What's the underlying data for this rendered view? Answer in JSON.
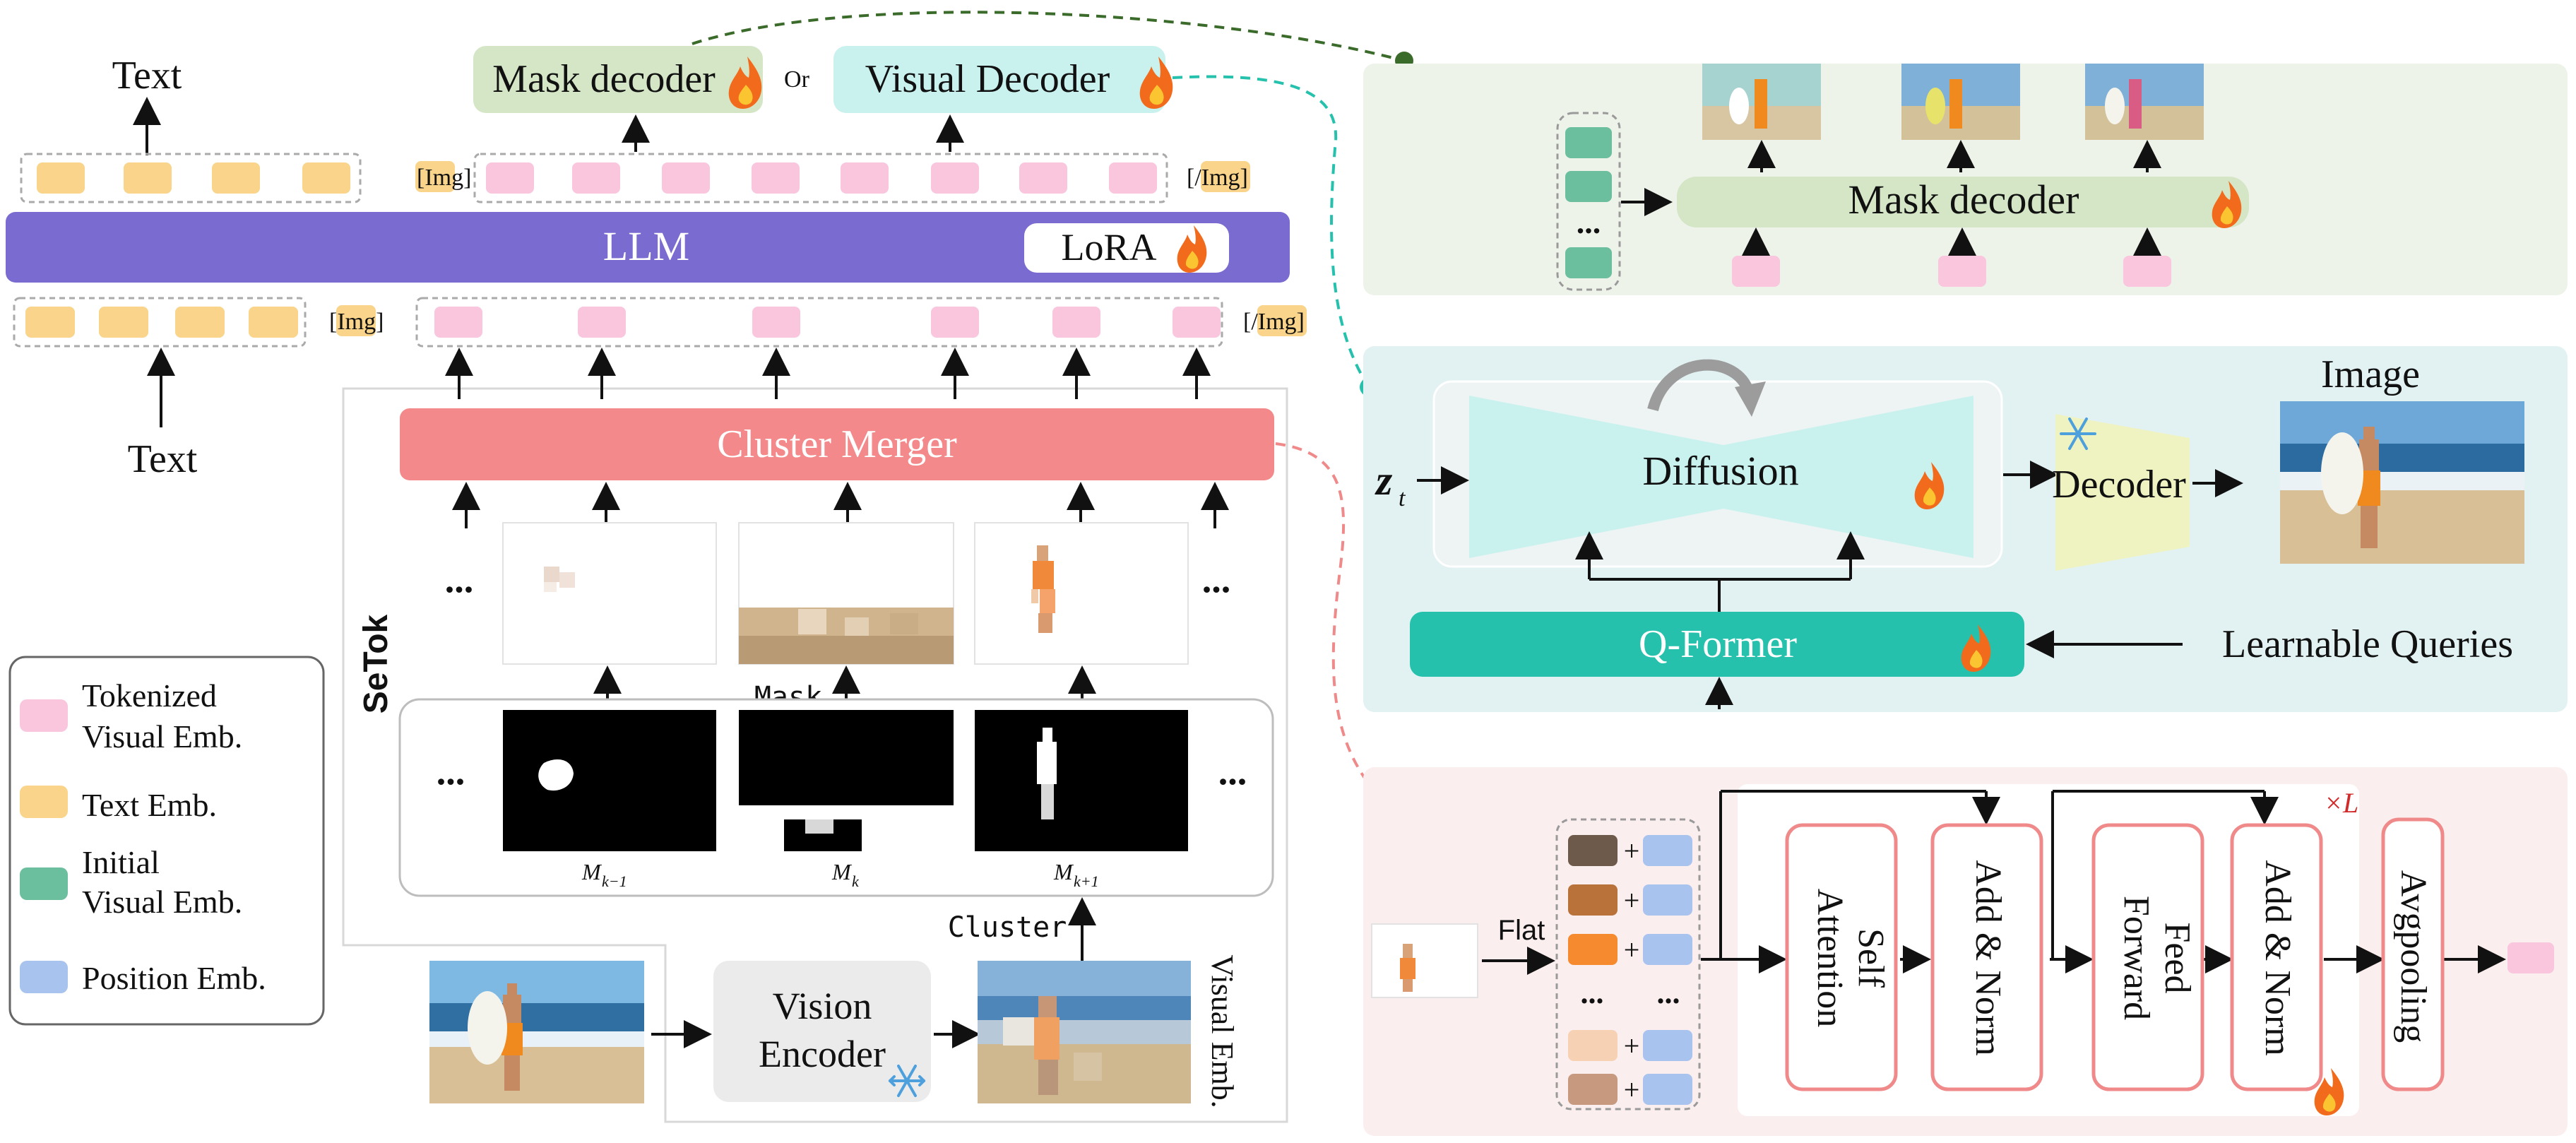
{
  "left": {
    "text_out": "Text",
    "text_in": "Text",
    "mask_decoder": "Mask decoder",
    "or": "Or",
    "visual_decoder": "Visual Decoder",
    "img_open_top": "[Img]",
    "img_close_top": "[/Img]",
    "img_open_bottom": "[Img]",
    "img_close_bottom": "[/Img]",
    "llm": "LLM",
    "lora": "LoRA",
    "cluster_merger": "Cluster Merger",
    "setok": "SeTok",
    "mask": "Mask",
    "cluster": "Cluster",
    "vision_encoder_line1": "Vision",
    "vision_encoder_line2": "Encoder",
    "visual_emb": "Visual Emb.",
    "m_prev": "M",
    "m_prev_sub": "k−1",
    "m_cur": "M",
    "m_cur_sub": "k",
    "m_next": "M",
    "m_next_sub": "k+1",
    "ellipsis": "..."
  },
  "legend": {
    "items": [
      {
        "line1": "Tokenized",
        "line2": "Visual Emb.",
        "color": "#f9c6de"
      },
      {
        "line1": "Text Emb.",
        "line2": "",
        "color": "#f9d48a"
      },
      {
        "line1": "Initial",
        "line2": "Visual Emb.",
        "color": "#6cbf9e"
      },
      {
        "line1": "Position Emb.",
        "line2": "",
        "color": "#a7c3ee"
      }
    ]
  },
  "panel_mask": {
    "mask_decoder": "Mask decoder",
    "dots": "..."
  },
  "panel_diffusion": {
    "image_label": "Image",
    "z": "z",
    "z_sub": "t",
    "diffusion": "Diffusion",
    "decoder": "Decoder",
    "qformer": "Q-Former",
    "learnable_queries": "Learnable Queries"
  },
  "panel_merger": {
    "flat": "Flat",
    "self_attention_1": "Self",
    "self_attention_2": "Attention",
    "add_norm": "Add & Norm",
    "feed_forward_1": "Feed",
    "feed_forward_2": "Forward",
    "add_norm_2": "Add & Norm",
    "times_l": "×L",
    "avgpooling": "Avgpooling",
    "plus": "+",
    "dots": "..."
  },
  "colors": {
    "llm": "#7a6bd0",
    "cluster_merger": "#f3898a",
    "mask_decoder_bg": "#d4e6c6",
    "visual_decoder_bg": "#c9f2ef",
    "qformer": "#25c1ad",
    "pink": "#f9c6de",
    "yellow": "#f9d48a",
    "green_token": "#6cbf9e",
    "blue_token": "#a7c3ee",
    "panel_green": "#eef3ea",
    "panel_cyan": "#e2f2f2",
    "panel_pink": "#fbeeee"
  }
}
